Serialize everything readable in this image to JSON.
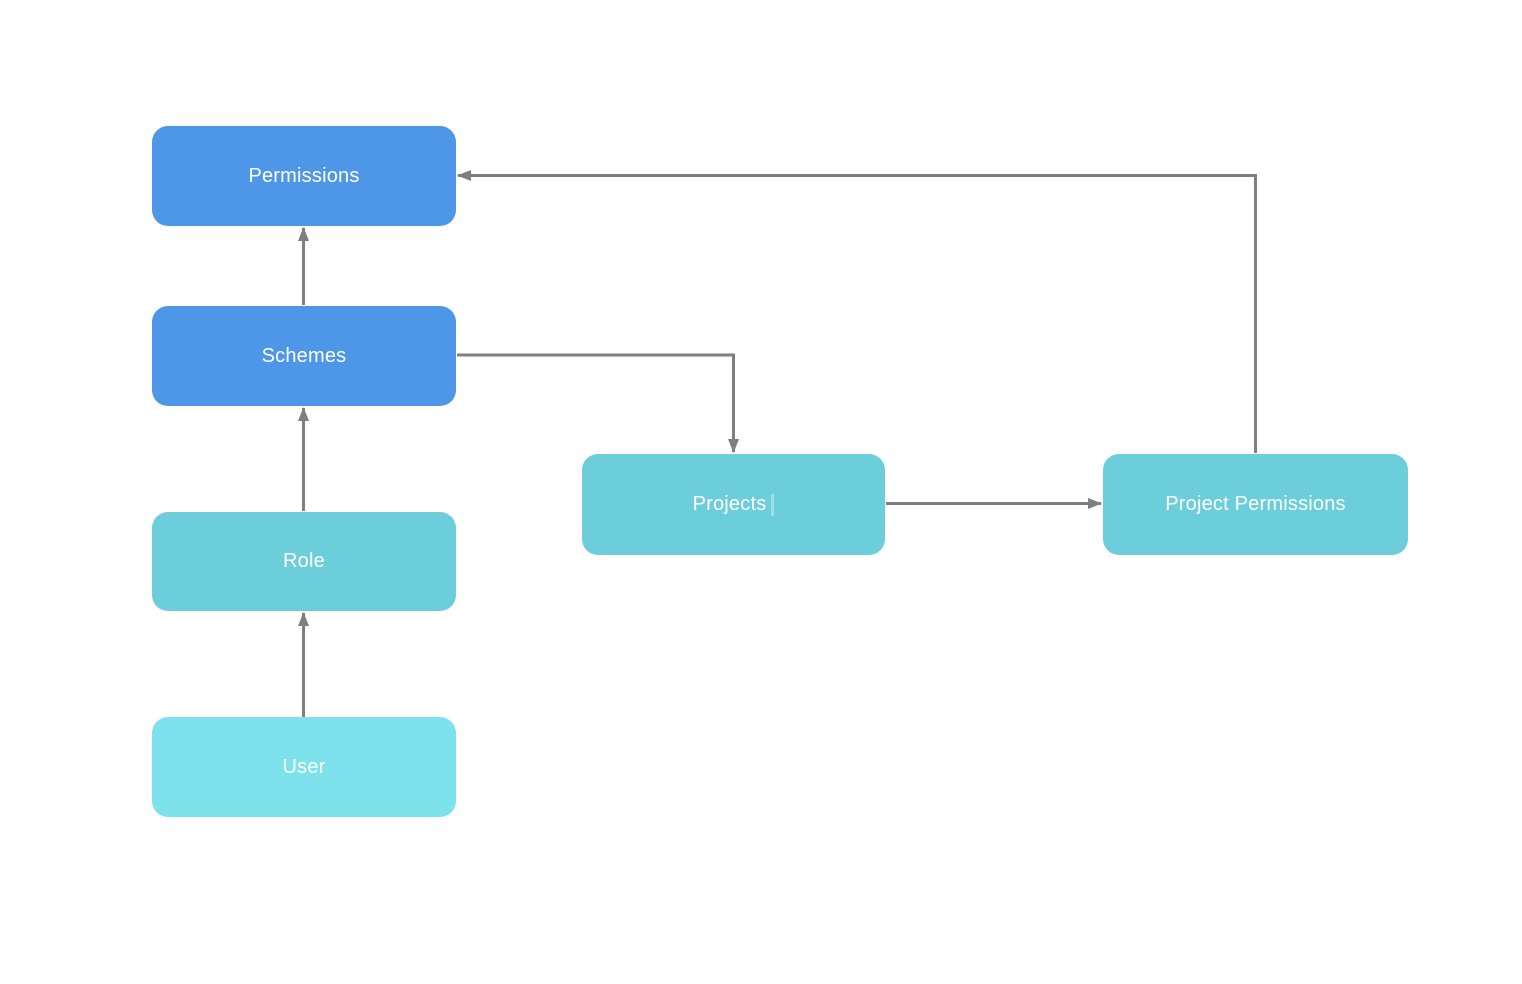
{
  "canvas": {
    "background": "#ffffff"
  },
  "diagram": {
    "connector_color": "#7f7f7f",
    "nodes": {
      "permissions": {
        "label": "Permissions",
        "fill": "#4d96e8",
        "text_color": "#ffffff"
      },
      "schemes": {
        "label": "Schemes",
        "fill": "#4d96e8",
        "text_color": "#ffffff"
      },
      "role": {
        "label": "Role",
        "fill": "#6dcedb",
        "text_color": "#ffffff"
      },
      "user": {
        "label": "User",
        "fill": "#7de2ec",
        "text_color": "#ffffff"
      },
      "projects": {
        "label": "Projects",
        "fill": "#6dcedb",
        "text_color": "#ffffff"
      },
      "project_permissions": {
        "label": "Project Permissions",
        "fill": "#6dcedb",
        "text_color": "#ffffff"
      }
    },
    "edges": [
      {
        "from": "User",
        "to": "Role",
        "shape": "straight-up"
      },
      {
        "from": "Role",
        "to": "Schemes",
        "shape": "straight-up"
      },
      {
        "from": "Schemes",
        "to": "Permissions",
        "shape": "straight-up"
      },
      {
        "from": "Schemes",
        "to": "Projects",
        "shape": "right-then-down"
      },
      {
        "from": "Projects",
        "to": "Project Permissions",
        "shape": "straight-right"
      },
      {
        "from": "Project Permissions",
        "to": "Permissions",
        "shape": "up-then-left"
      }
    ]
  }
}
